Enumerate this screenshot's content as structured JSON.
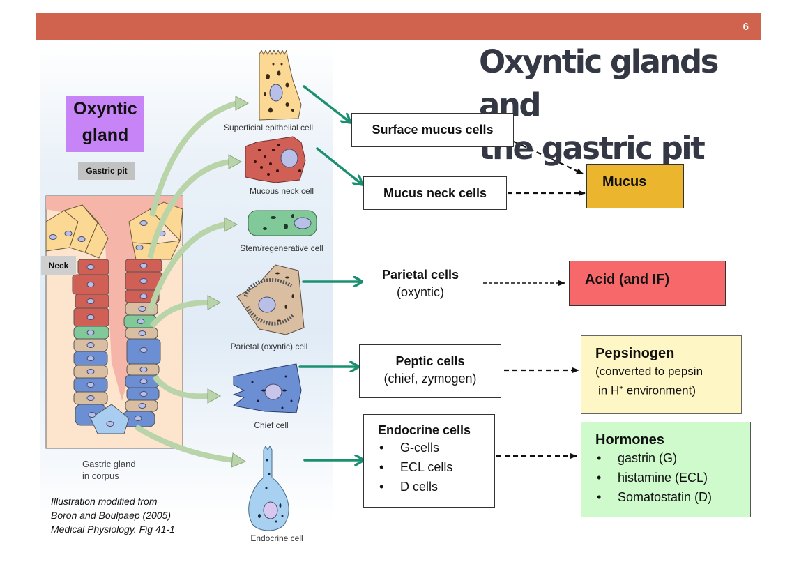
{
  "slide": {
    "page_number": "6",
    "title_line1": "Oxyntic glands and",
    "title_line2": "the gastric pit",
    "colors": {
      "header_bar": "#d0634e",
      "title_text": "#343844",
      "green_arrow": "#1a9070",
      "oxyntic_label_bg": "#c684f6",
      "mucus_bg": "#ebb62e",
      "acid_bg": "#f7686a",
      "pepsinogen_bg": "#fff6c6",
      "hormones_bg": "#cffacc"
    }
  },
  "figure": {
    "oxyntic_label_line1": "Oxyntic",
    "oxyntic_label_line2": "gland",
    "gastric_pit_label": "Gastric pit",
    "neck_label": "Neck",
    "gland_caption_line1": "Gastric gland",
    "gland_caption_line2": "in corpus",
    "credit_line1": "Illustration modified from",
    "credit_line2": "Boron and Boulpaep (2005)",
    "credit_line3": "Medical Physiology. Fig 41-1",
    "cells": [
      {
        "id": "superficial",
        "caption": "Superficial epithelial cell"
      },
      {
        "id": "mucous-neck",
        "caption": "Mucous neck cell"
      },
      {
        "id": "stem",
        "caption": "Stem/regenerative cell"
      },
      {
        "id": "parietal",
        "caption": "Parietal (oxyntic) cell"
      },
      {
        "id": "chief",
        "caption": "Chief cell"
      },
      {
        "id": "endocrine",
        "caption": "Endocrine cell"
      }
    ]
  },
  "cell_types": {
    "surface_mucus": "Surface mucus cells",
    "mucus_neck": "Mucus neck cells",
    "parietal_title": "Parietal cells",
    "parietal_sub": "(oxyntic)",
    "peptic_title": "Peptic cells",
    "peptic_sub": "(chief, zymogen)",
    "endocrine_title": "Endocrine cells",
    "endocrine_items": [
      "G-cells",
      "ECL cells",
      "D cells"
    ]
  },
  "products": {
    "mucus": "Mucus",
    "acid": "Acid (and IF)",
    "pepsinogen_title": "Pepsinogen",
    "pepsinogen_line1": "(converted to pepsin",
    "pepsinogen_line2_pre": "in H",
    "pepsinogen_line2_sup": "+",
    "pepsinogen_line2_post": " environment)",
    "hormones_title": "Hormones",
    "hormones_items": [
      "gastrin (G)",
      "histamine (ECL)",
      "Somatostatin (D)"
    ]
  }
}
